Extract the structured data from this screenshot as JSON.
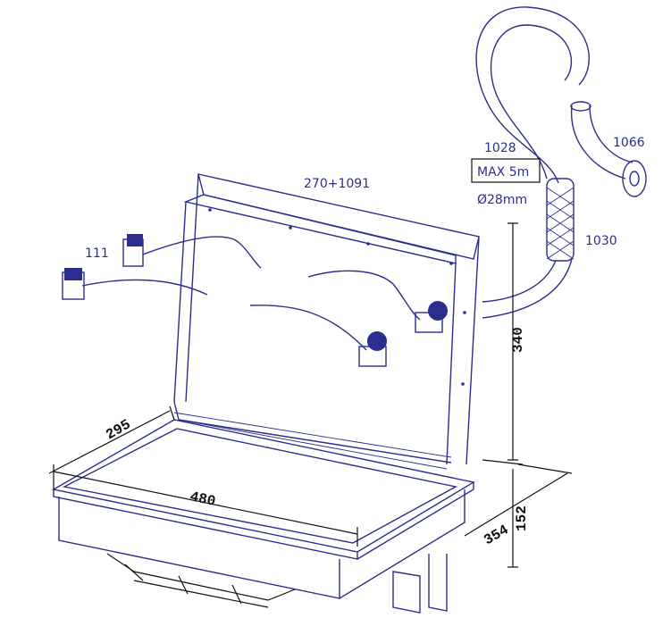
{
  "labels": {
    "top_width": "270+1091",
    "part_hood_hose": "1028",
    "max_length": "MAX 5m",
    "diameter": "Ø28mm",
    "part_flange": "1066",
    "part_sleeve": "1030",
    "part_cable": "111"
  },
  "dimensions": {
    "depth": "295",
    "width": "480",
    "hood_height": "340",
    "side_depth": "354",
    "base_height": "152"
  },
  "colors": {
    "line": "#2b2e8c",
    "dimension": "#111111"
  }
}
